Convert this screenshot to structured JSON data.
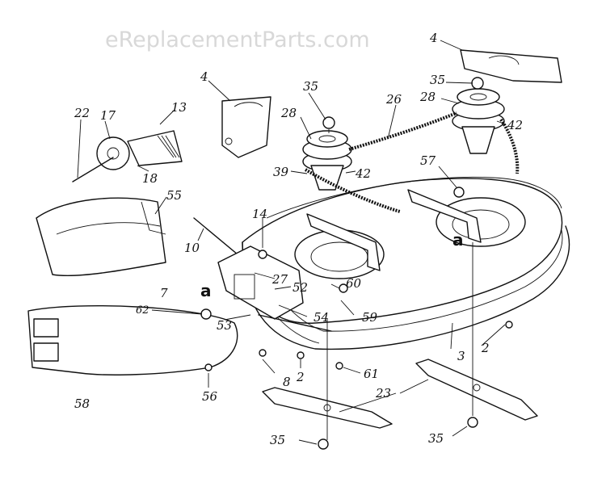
{
  "watermark": "eReplacementParts.com",
  "callouts": [
    {
      "id": "c4a",
      "text": "4"
    },
    {
      "id": "c4b",
      "text": "4"
    },
    {
      "id": "c35a",
      "text": "35"
    },
    {
      "id": "c35b",
      "text": "35"
    },
    {
      "id": "c26",
      "text": "26"
    },
    {
      "id": "c28a",
      "text": "28"
    },
    {
      "id": "c28b",
      "text": "28"
    },
    {
      "id": "c42a",
      "text": "42"
    },
    {
      "id": "c42b",
      "text": "42"
    },
    {
      "id": "c39",
      "text": "39"
    },
    {
      "id": "c57",
      "text": "57"
    },
    {
      "id": "c22",
      "text": "22"
    },
    {
      "id": "c17",
      "text": "17"
    },
    {
      "id": "c13",
      "text": "13"
    },
    {
      "id": "c18",
      "text": "18"
    },
    {
      "id": "c55",
      "text": "55"
    },
    {
      "id": "c14",
      "text": "14"
    },
    {
      "id": "c10",
      "text": "10"
    },
    {
      "id": "c27",
      "text": "27"
    },
    {
      "id": "c52",
      "text": "52"
    },
    {
      "id": "c60",
      "text": "60"
    },
    {
      "id": "c7",
      "text": "7"
    },
    {
      "id": "c62",
      "text": "62"
    },
    {
      "id": "c53",
      "text": "53"
    },
    {
      "id": "c54",
      "text": "54"
    },
    {
      "id": "c59",
      "text": "59"
    },
    {
      "id": "c3",
      "text": "3"
    },
    {
      "id": "c2a",
      "text": "2"
    },
    {
      "id": "c2b",
      "text": "2"
    },
    {
      "id": "c8",
      "text": "8"
    },
    {
      "id": "c61",
      "text": "61"
    },
    {
      "id": "c23",
      "text": "23"
    },
    {
      "id": "c58",
      "text": "58"
    },
    {
      "id": "c56",
      "text": "56"
    },
    {
      "id": "c35c",
      "text": "35"
    },
    {
      "id": "c35d",
      "text": "35"
    }
  ],
  "markers": [
    {
      "id": "ma1",
      "text": "a"
    },
    {
      "id": "ma2",
      "text": "a"
    }
  ]
}
